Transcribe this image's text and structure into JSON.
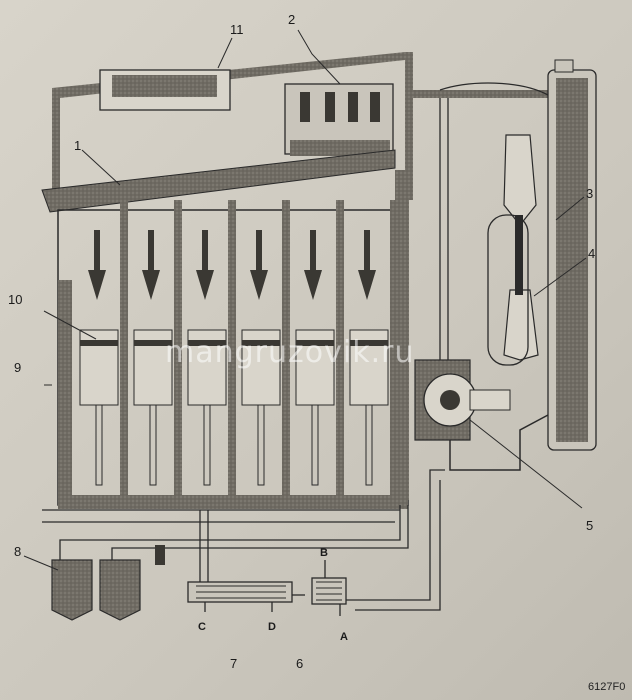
{
  "diagram": {
    "callouts": [
      "1",
      "2",
      "3",
      "4",
      "5",
      "6",
      "7",
      "8",
      "9",
      "10",
      "11"
    ],
    "ports": [
      "A",
      "B",
      "C",
      "D"
    ],
    "watermark": "mangruzovik.ru",
    "figure_code": "6127F0"
  },
  "colors": {
    "paper": "#d8d4ca",
    "ink": "#2a2a2a",
    "passage": "#7a766e"
  }
}
